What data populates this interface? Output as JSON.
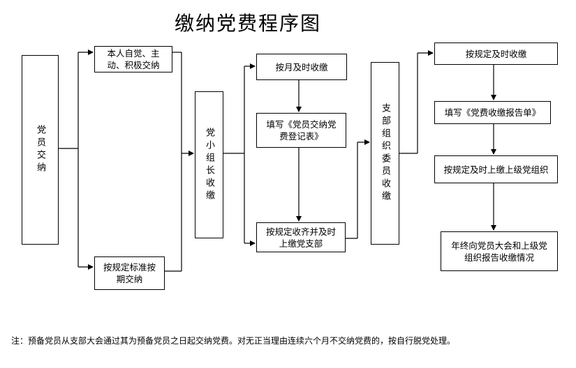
{
  "title": "缴纳党费程序图",
  "nodes": {
    "member": "党员交纳",
    "self": "本人自觉、主动、积极交纳",
    "periodic": "按规定标准按期交纳",
    "group_leader": "党小组长收缴",
    "monthly": "按月及时收缴",
    "fill_register": "填写《党员交纳党费登记表》",
    "collect_submit": "按规定收齐并及时上缴党支部",
    "branch": "支部组织委员收缴",
    "timely": "按规定及时收缴",
    "fill_report": "填写《党费收缴报告单》",
    "upper": "按规定及时上缴上级党组织",
    "year_end": "年终向党员大会和上级党组织报告收缴情况"
  },
  "note": "注：预备党员从支部大会通过其为预备党员之日起交纳党费。对无正当理由连续六个月不交纳党费的，按自行脱党处理。"
}
